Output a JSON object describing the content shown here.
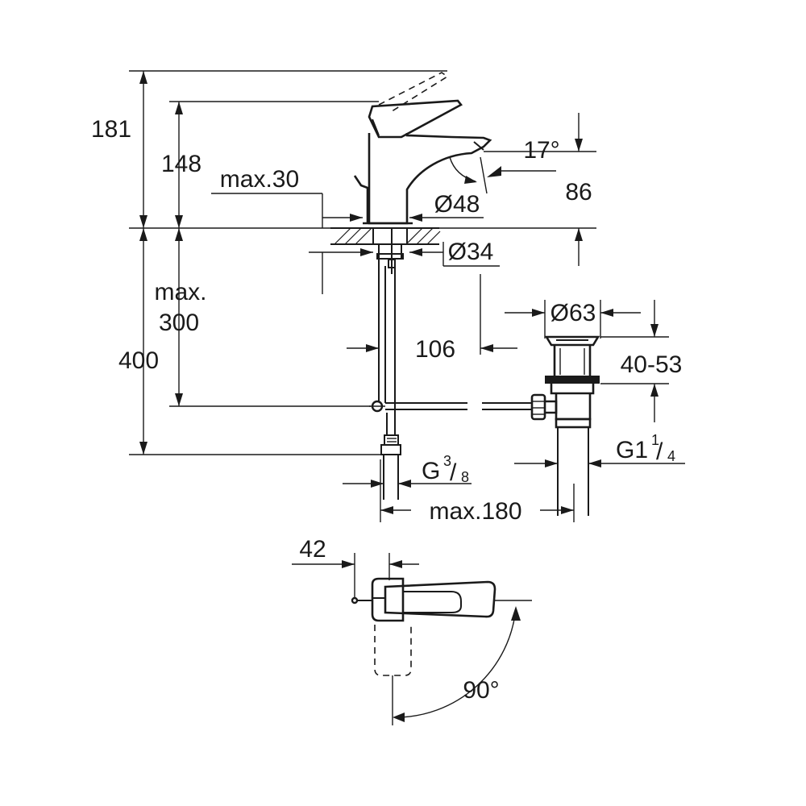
{
  "dimensions": {
    "overall_height": "181",
    "spout_height": "148",
    "max_deck": "max.30",
    "angle_spout": "17°",
    "outlet_height": "86",
    "diameter_base": "Ø48",
    "diameter_hole": "Ø34",
    "max_below_line1": "max.",
    "max_below_line2": "300",
    "below_total": "400",
    "offset": "106",
    "diameter_waste": "Ø63",
    "waste_range": "40-53",
    "connection_left_main": "G",
    "connection_left_num": "3",
    "connection_left_den": "8",
    "connection_right_main": "G1",
    "connection_right_num": "1",
    "connection_right_den": "4",
    "max_width": "max.180",
    "lever_offset": "42",
    "rotation_angle": "90°"
  },
  "colors": {
    "line": "#1a1a1a",
    "background": "#ffffff"
  }
}
